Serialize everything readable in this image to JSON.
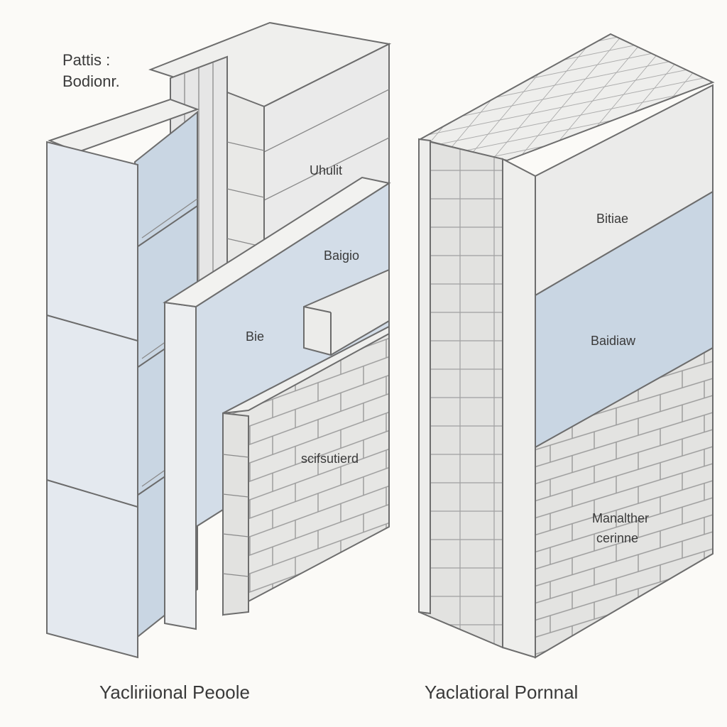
{
  "left_section": {
    "title": "Yacliriional Peoole",
    "corner_label_line1": "Pattis :",
    "corner_label_line2": "Bodionr.",
    "labels": {
      "top_block": "Uhulit",
      "insulation_upper": "Baigio",
      "insulation_lower": "Bie",
      "brick": "scifsutierd"
    }
  },
  "right_section": {
    "title": "Yaclatioral Pornnal",
    "labels": {
      "top_panel": "Bitiae",
      "blue_band": "Baidiaw",
      "brick_line1": "Manalther",
      "brick_line2": "cerinne"
    }
  },
  "colors": {
    "background": "#fbfaf7",
    "glass_blue": "#c9d6e3",
    "insulation_blue": "#d3dde8",
    "panel_light": "#eceef0",
    "brick": "#e4e4e2",
    "ink": "#6b6b6b"
  }
}
